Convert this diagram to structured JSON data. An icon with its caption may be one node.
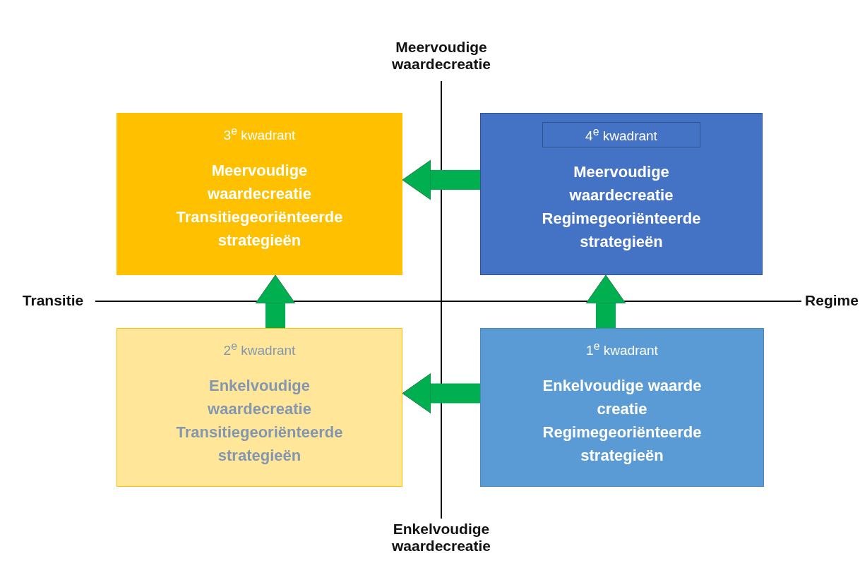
{
  "diagram": {
    "nodes": [
      {
        "text": [
          "3$^{e}$ kwadrant",
          "Meervoudige waardecreatie Transitiegeoriënteerde strategieën"
        ]
      },
      {
        "text": [
          "4$^{e}$ kwadrant",
          "Meervoudige waardecreatie Regimegeoriënteerde strategieën"
        ]
      },
      {
        "text": [
          "2$^{e}$ kwadrant",
          "Enkelvoudige waardecreatie Transitiegeoriënteerde strategieën"
        ]
      },
      {
        "text": [
          "1$^{e}$ kwadrant",
          "Enkelvoudige waarde creatie Regimegeoriënteerde strategieën"
        ]
      }
    ],
    "edges": [
      {
        "from": 1,
        "to": 0,
        "arrow": "to"
      },
      {
        "from": 2,
        "to": 0,
        "arrow": "to"
      },
      {
        "from": 3,
        "to": 2,
        "arrow": "to"
      },
      {
        "from": 3,
        "to": 1,
        "arrow": "to"
      }
    ],
    "labels": [
      "Meervoudige waardecreatie",
      "Transitie",
      "Regime",
      "Enkelvoudige waardecreatie"
    ]
  }
}
